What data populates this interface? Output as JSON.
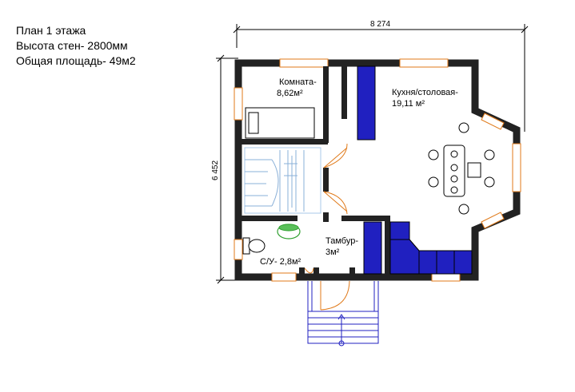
{
  "info": {
    "title": "План 1 этажа",
    "wall_height": "Высота стен- 2800мм",
    "total_area": "Общая площадь- 49м2"
  },
  "dimensions": {
    "width": "8 274",
    "height": "6 452"
  },
  "rooms": {
    "room": {
      "name": "Комната-",
      "area": "8,62м²"
    },
    "kitchen": {
      "name": "Кухня/столовая-",
      "area": "19,11 м²"
    },
    "vestibule": {
      "name": "Тамбур-",
      "area": "3м²"
    },
    "bathroom": {
      "name": "С/У- 2,8м²"
    }
  },
  "colors": {
    "wall": "#222222",
    "wall_fill": "#ffffff",
    "furniture": "#2020c0",
    "door": "#e07a1a",
    "plant": "#30a030",
    "stair": "#a8c8e8"
  }
}
